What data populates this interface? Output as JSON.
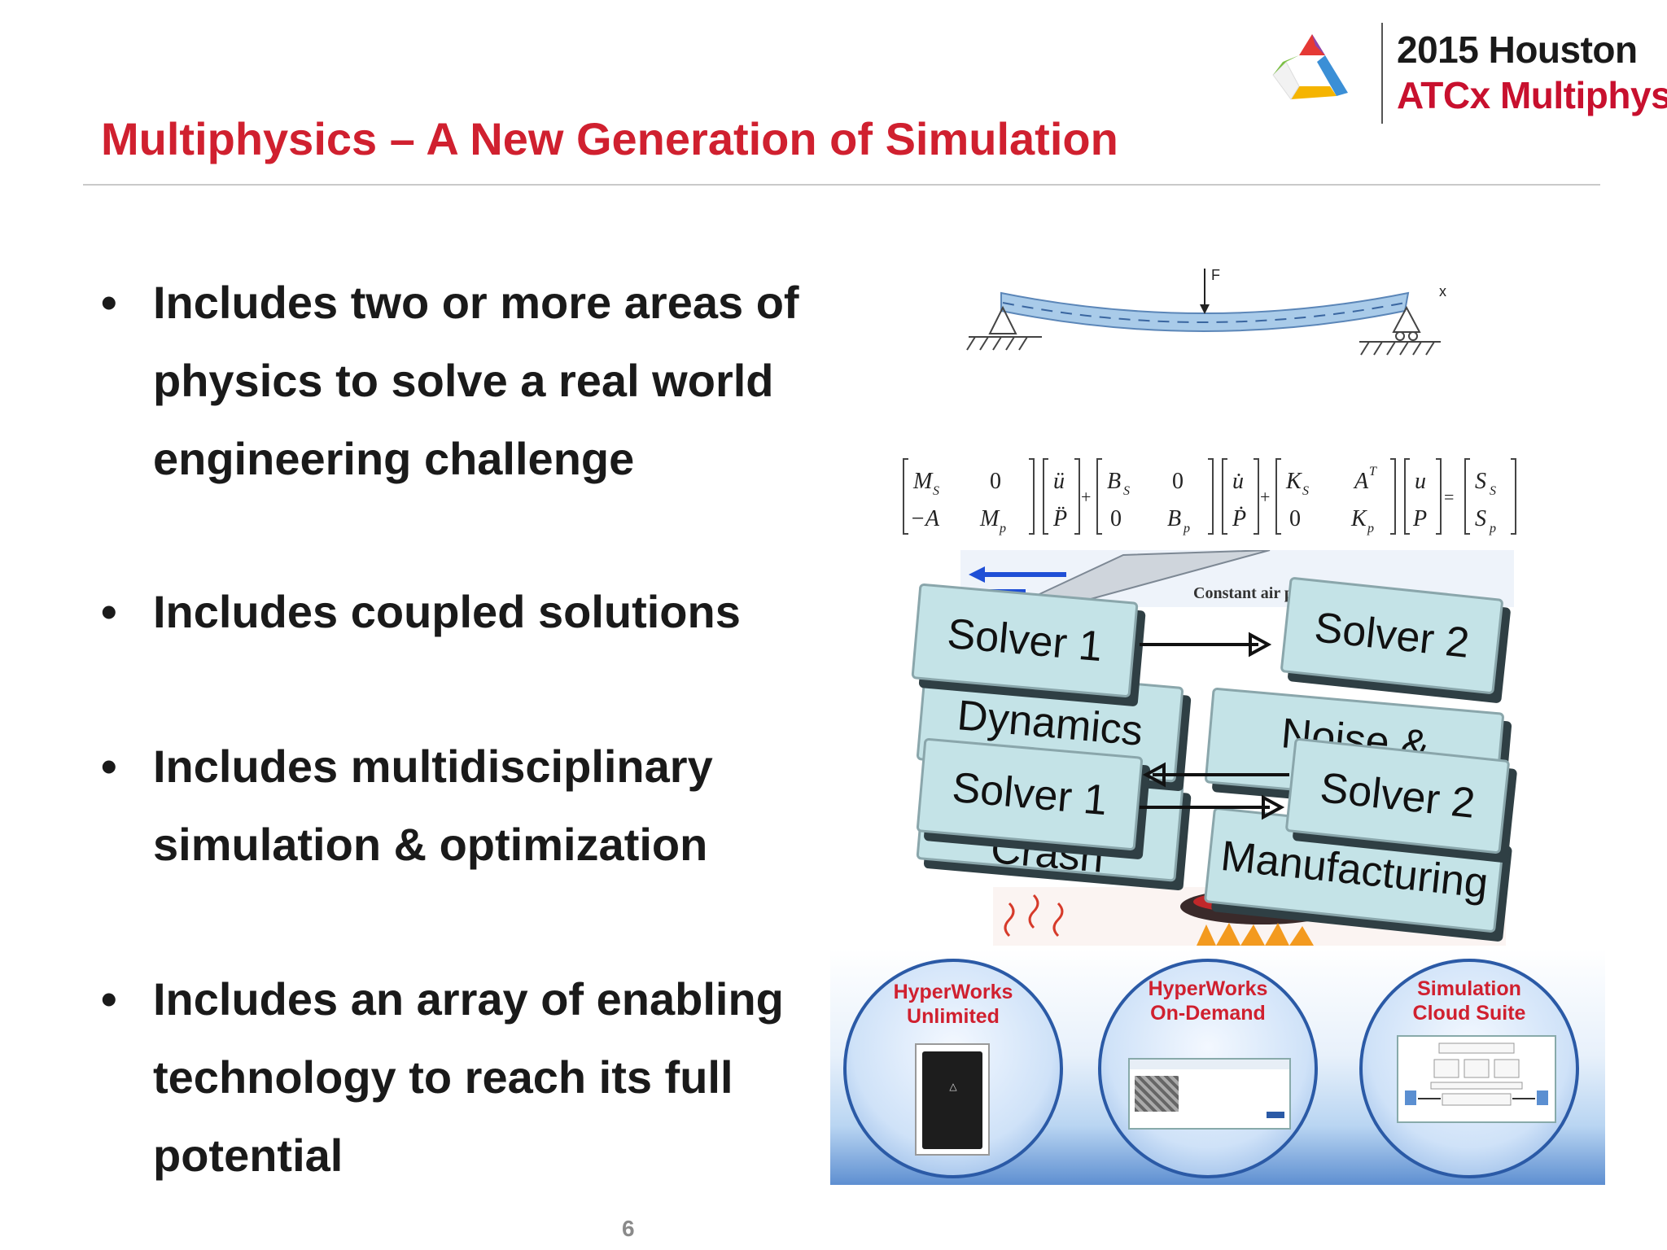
{
  "header": {
    "conference_year": "2015 Houston",
    "conference_name": "ATCx Multiphysics",
    "slide_title": "Multiphysics – A New Generation of Simulation"
  },
  "bullets": [
    {
      "lines": [
        "Includes two or more areas of",
        "physics to solve a real world",
        "engineering challenge"
      ]
    },
    {
      "lines": [
        "Includes coupled solutions"
      ]
    },
    {
      "lines": [
        "Includes multidisciplinary",
        "simulation & optimization"
      ]
    },
    {
      "lines": [
        "Includes an array of enabling",
        "technology to reach its full",
        "potential"
      ]
    }
  ],
  "bullet_marker": "•",
  "page_number": "6",
  "beam_figure": {
    "force_label": "F",
    "axis_label": "x"
  },
  "flow_label": "Constant air p",
  "blocks": {
    "crash": "Crash",
    "dynamics": "Dynamics",
    "noise": "Noise &",
    "manufacturing": "Manufacturing",
    "solver1_top": "Solver 1",
    "solver2_top": "Solver 2",
    "solver1_mid": "Solver 1",
    "solver2_mid": "Solver 2"
  },
  "circles": {
    "unlimited": {
      "line1": "HyperWorks",
      "line2": "Unlimited"
    },
    "ondemand": {
      "line1": "HyperWorks",
      "line2": "On-Demand"
    },
    "cloud": {
      "line1": "Simulation",
      "line2": "Cloud Suite"
    }
  },
  "colors": {
    "title_red": "#d0202f",
    "block_fill": "#c4e3e7",
    "circle_border": "#2b5aa6"
  },
  "icons": {
    "logo": "altair-triangle-logo",
    "server": "server-tower-icon"
  }
}
